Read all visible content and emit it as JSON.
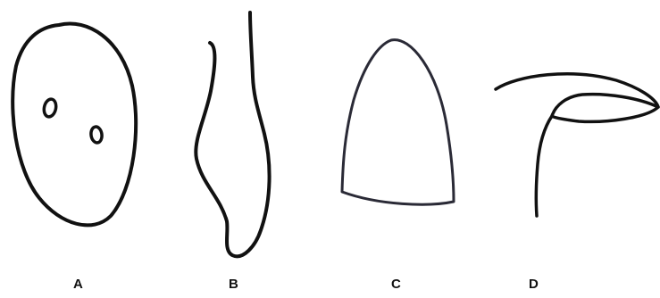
{
  "colors": {
    "stroke": "#111111",
    "stroke_c": "#2a2a36",
    "background": "#ffffff"
  },
  "panels": [
    {
      "label": "A",
      "shape": "oval-outline-with-two-small-rings"
    },
    {
      "label": "B",
      "shape": "elongated-lobed-outline"
    },
    {
      "label": "C",
      "shape": "dome-outline"
    },
    {
      "label": "D",
      "shape": "hook-outline"
    }
  ]
}
